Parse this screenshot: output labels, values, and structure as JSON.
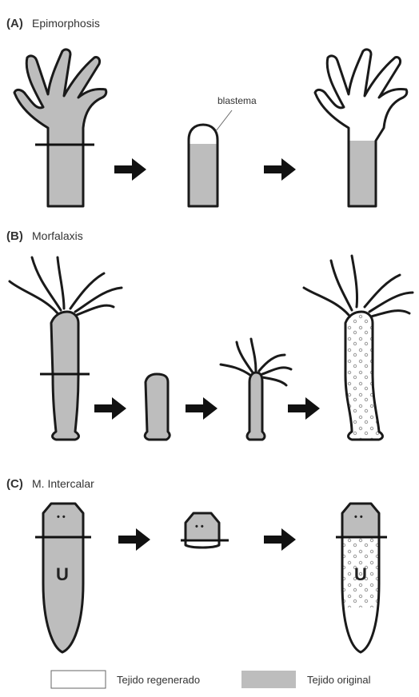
{
  "panels": [
    {
      "letter": "(A)",
      "title": "Epimorphosis",
      "callout": "blastema"
    },
    {
      "letter": "(B)",
      "title": "Morfalaxis"
    },
    {
      "letter": "(C)",
      "title": "M. Intercalar",
      "pharynx_glyph": "U"
    }
  ],
  "legend": {
    "regenerated": "Tejido regenerado",
    "original": "Tejido original"
  },
  "colors": {
    "original_tissue": "#bdbdbd",
    "regenerated_tissue": "#ffffff",
    "outline": "#1a1a1a"
  }
}
